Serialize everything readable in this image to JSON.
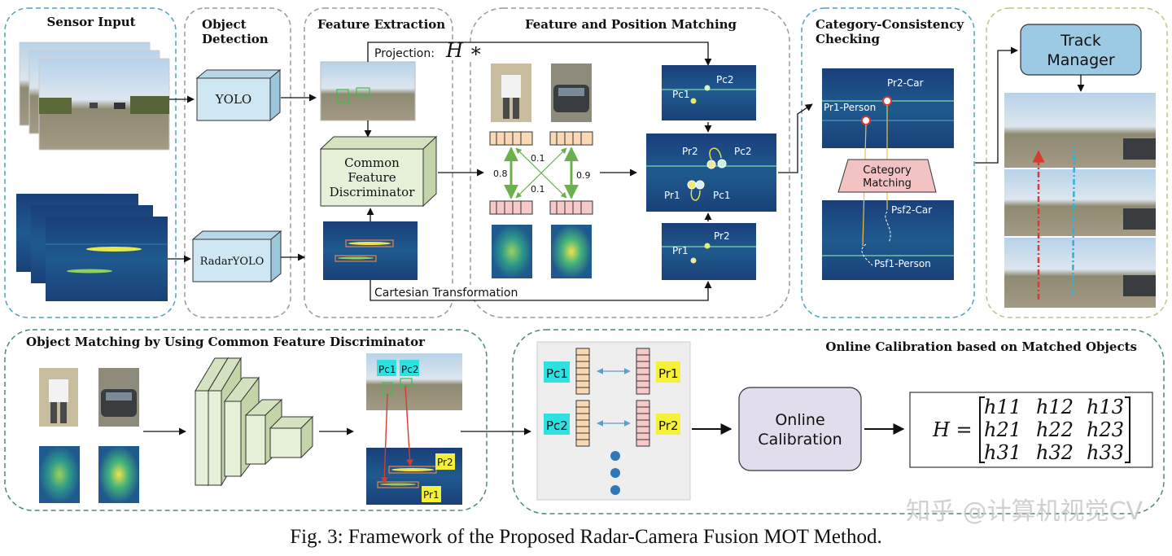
{
  "colors": {
    "sensor_border": "#4aa3c8",
    "gray_border": "#9a9a9a",
    "green_border": "#b5c98a",
    "yolo_fill": "#cfe7f3",
    "discriminator_fill": "#e6efd8",
    "track_fill": "#9cc9e3",
    "calib_fill": "#e2dcec",
    "category_fill": "#f3c3c3",
    "radar_bg": "#1e4f86",
    "red_arrow": "#d83a2e",
    "cyan_arrow": "#2fb2d8",
    "green_arrow": "#6ab04c"
  },
  "panels": {
    "sensor_input": "Sensor Input",
    "object_detection": "Object\nDetection",
    "feature_extraction": "Feature Extraction",
    "feature_position_matching": "Feature and Position Matching",
    "category_checking": "Category-Consistency\nChecking",
    "object_matching": "Object Matching by Using Common Feature Discriminator",
    "online_calibration_title": "Online Calibration based on Matched Objects"
  },
  "boxes": {
    "yolo": "YOLO",
    "radar_yolo": "RadarYOLO",
    "common_feature": "Common\nFeature\nDiscriminator",
    "track_manager": "Track\nManager",
    "category_matching": "Category\nMatching",
    "online_calibration": "Online\nCalibration"
  },
  "annotations": {
    "projection": "Projection:",
    "projection_math": "H ∗",
    "cartesian": "Cartesian Transformation"
  },
  "weights": {
    "w08": "0.8",
    "w01a": "0.1",
    "w01b": "0.1",
    "w09": "0.9"
  },
  "points": {
    "pc1": "Pc1",
    "pc2": "Pc2",
    "pr1": "Pr1",
    "pr2": "Pr2",
    "pr1_person": "Pr1-Person",
    "pr2_car": "Pr2-Car",
    "psf1_person": "Psf1-Person",
    "psf2_car": "Psf2-Car"
  },
  "matrix": {
    "lhs": "H =",
    "rows": [
      [
        "h11",
        "h12",
        "h13"
      ],
      [
        "h21",
        "h22",
        "h23"
      ],
      [
        "h31",
        "h32",
        "h33"
      ]
    ]
  },
  "watermark": "知乎 @计算机视觉CV",
  "caption": "Fig. 3: Framework of the Proposed Radar-Camera Fusion MOT Method."
}
